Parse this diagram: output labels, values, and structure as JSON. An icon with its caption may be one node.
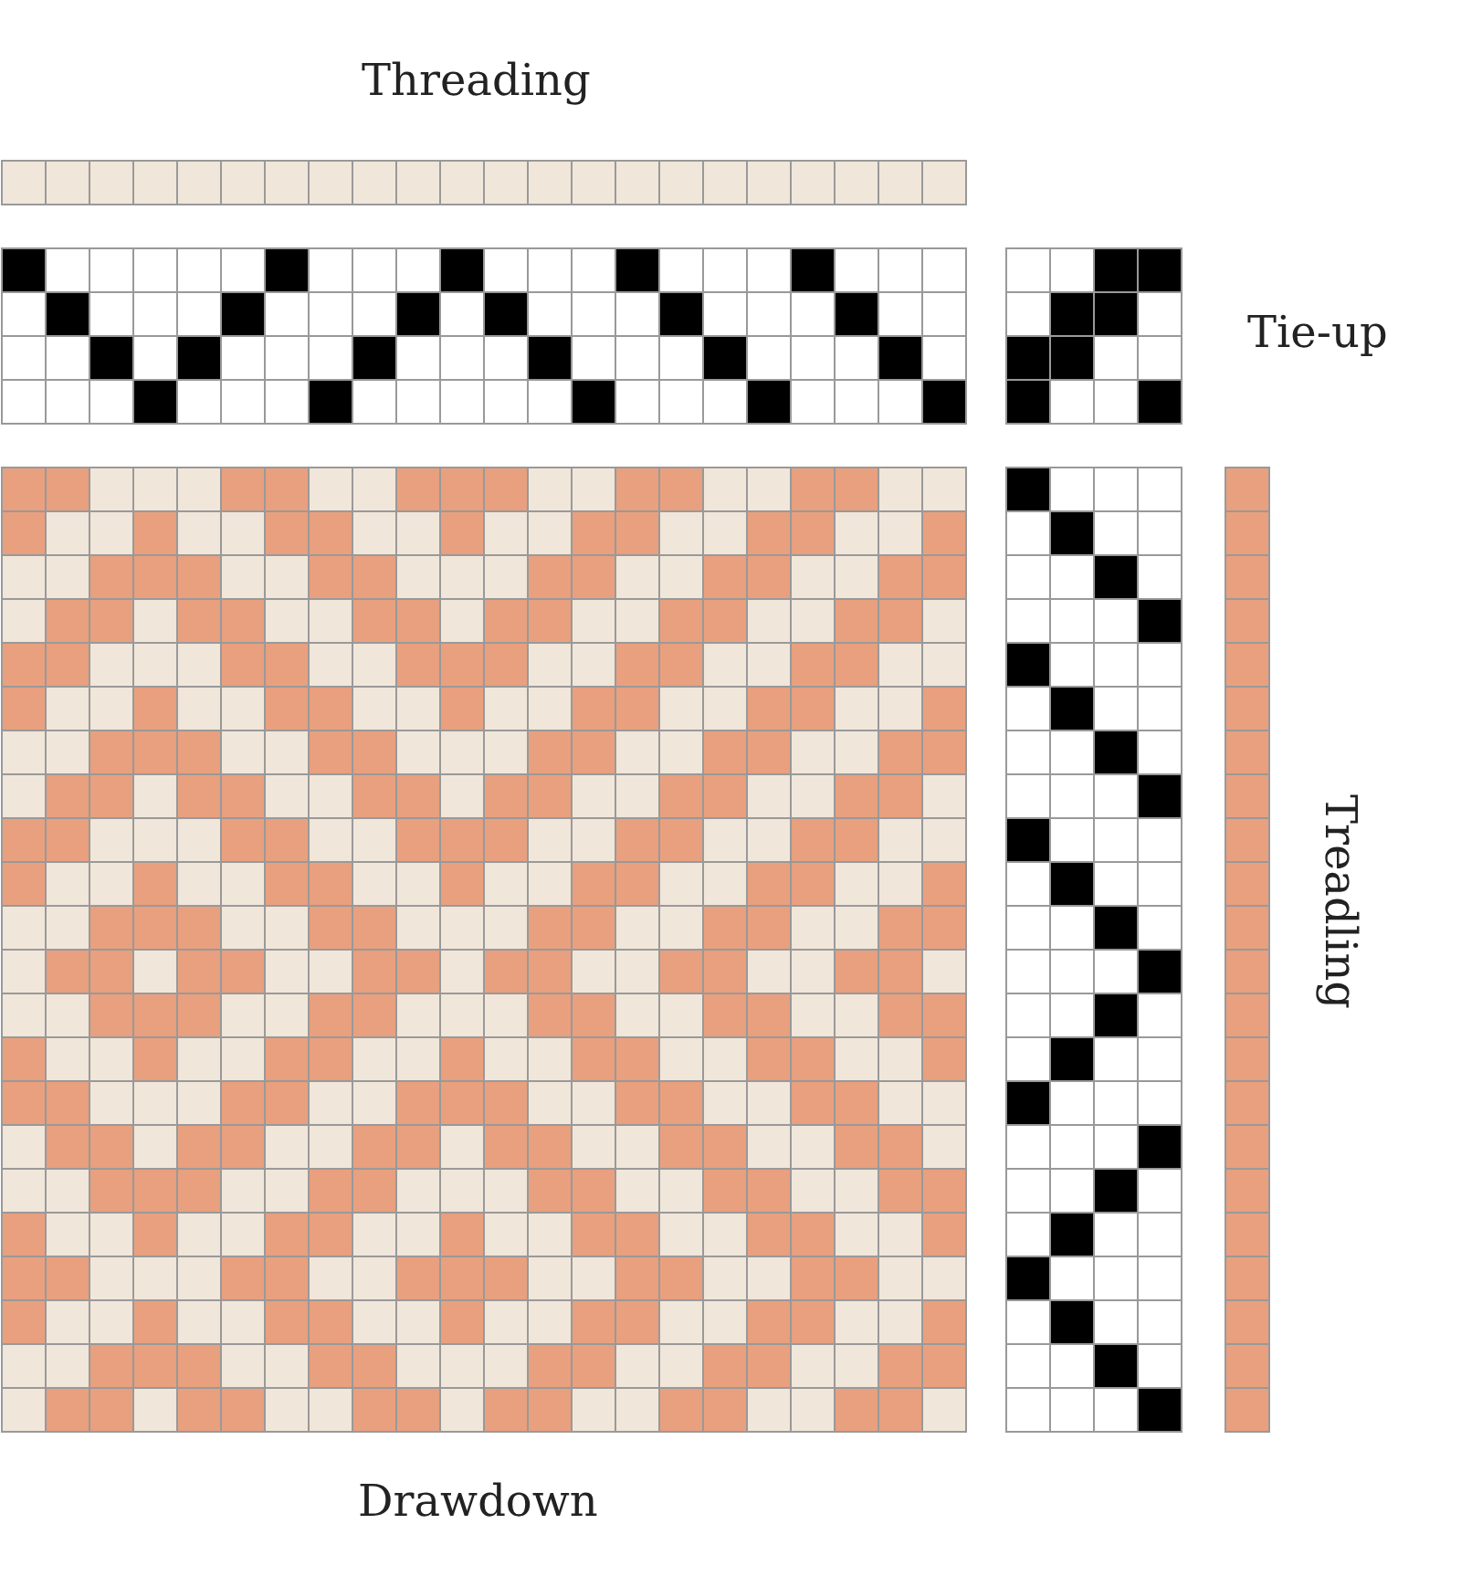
{
  "diagram": {
    "labels": [
      "Threading",
      "Tie-up",
      "Treadling",
      "Drawdown"
    ]
  }
}
